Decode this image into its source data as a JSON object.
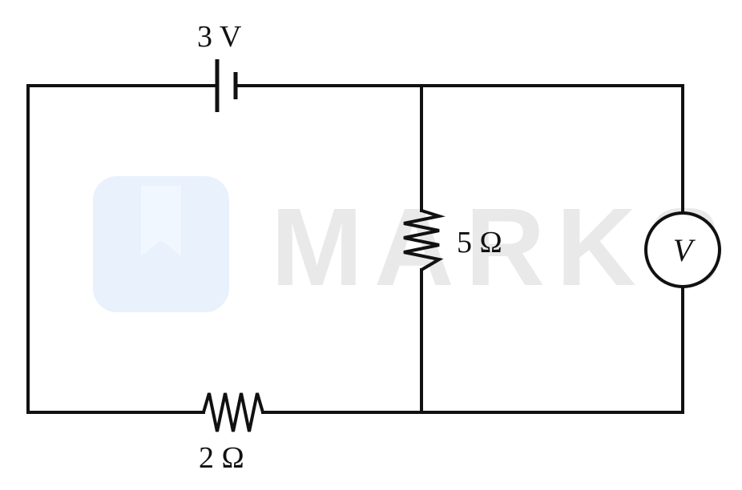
{
  "battery": {
    "label": "3 V"
  },
  "resistor_bottom": {
    "label": "2 Ω"
  },
  "resistor_middle": {
    "label": "5 Ω"
  },
  "voltmeter": {
    "label": "V"
  },
  "watermark": {
    "text": "MARKS"
  },
  "colors": {
    "wire": "#111111",
    "watermark_text": "#e9e9e9",
    "watermark_logo": "#e8f1fc"
  }
}
